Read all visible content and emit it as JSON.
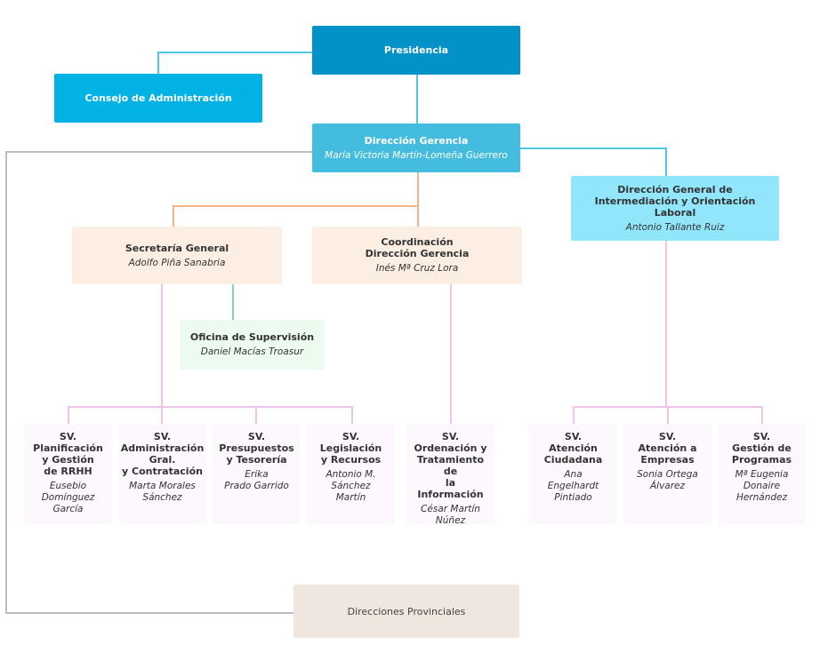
{
  "presidencia": {
    "title": "Presidencia"
  },
  "consejo": {
    "title": "Consejo de Administración"
  },
  "direccion_gerencia": {
    "title": "Dirección Gerencia",
    "person": "María Victoria Martín-Lomeña Guerrero"
  },
  "direccion_general": {
    "title": "Dirección General de\nIntermediación y Orientación\nLaboral",
    "person": "Antonio Tallante Ruiz"
  },
  "secretaria": {
    "title": "Secretaría General",
    "person": "Adolfo Piña Sanabria"
  },
  "coordinacion": {
    "title": "Coordinación\nDirección Gerencia",
    "person": "Inés Mª Cruz Lora"
  },
  "oficina": {
    "title": "Oficina de Supervisión",
    "person": "Daniel Macías Troasur"
  },
  "sv": [
    {
      "title": "SV.\nPlanificación\ny Gestión\nde RRHH",
      "person": "Eusebio\nDomínguez\nGarcía"
    },
    {
      "title": "SV.\nAdministración\nGral.\ny Contratación",
      "person": "Marta Morales\nSánchez"
    },
    {
      "title": "SV.\nPresupuestos\ny Tesorería",
      "person": "Erika\nPrado Garrido"
    },
    {
      "title": "SV.\nLegislación\ny Recursos",
      "person": "Antonio M.\nSánchez\nMartín"
    },
    {
      "title": "SV.\nOrdenación y\nTratamiento de\nla Información",
      "person": "César Martín\nNúñez"
    },
    {
      "title": "SV.\nAtención\nCiudadana",
      "person": "Ana\nEngelhardt\nPintiado"
    },
    {
      "title": "SV.\nAtención a\nEmpresas",
      "person": "Sonia Ortega\nÁlvarez"
    },
    {
      "title": "SV.\nGestión de\nProgramas",
      "person": "Mª Eugenia\nDonaire\nHernández"
    }
  ],
  "direcciones_provinciales": {
    "title": "Direcciones Provinciales"
  },
  "colors": {
    "line_blue": "#4ec7e2",
    "line_orange": "#f2b48c",
    "line_pink": "#efc3ea",
    "line_teal": "#7fd0c9",
    "line_gray": "#bdbdbd"
  }
}
